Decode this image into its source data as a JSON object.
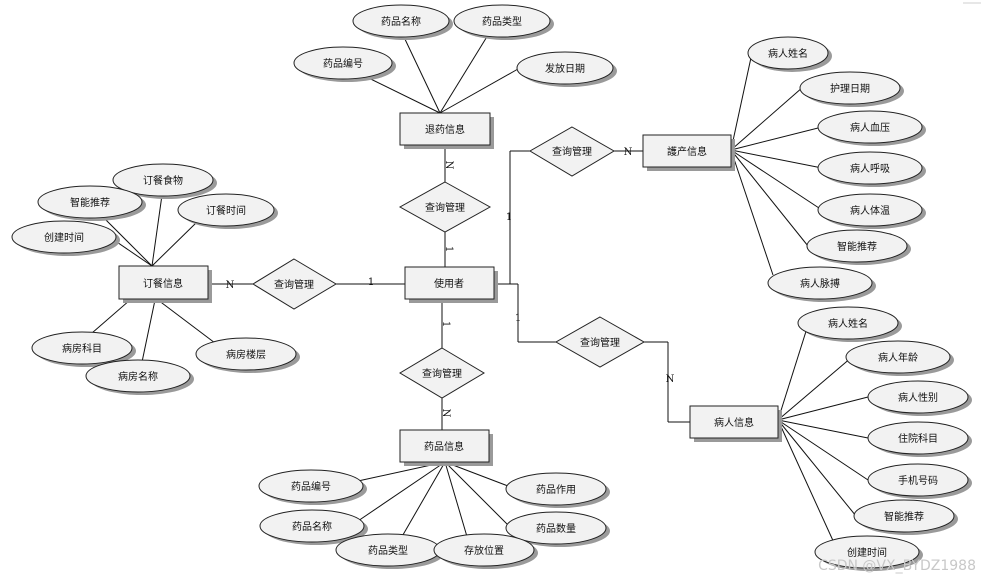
{
  "entities": {
    "user": "使用者",
    "return_drug": "退药信息",
    "nursing": "護产信息",
    "meal_order": "订餐信息",
    "drug": "药品信息",
    "patient": "病人信息"
  },
  "relations": {
    "return_drug": "查询管理",
    "nursing": "查询管理",
    "meal_order": "查询管理",
    "drug": "查询管理",
    "patient": "查询管理"
  },
  "cardinality": {
    "return_drug_user": "1",
    "return_drug_entity": "N",
    "nursing_user": "1",
    "nursing_entity": "N",
    "meal_order_user": "1",
    "meal_order_entity": "N",
    "drug_user": "1",
    "drug_entity": "N",
    "patient_user": "1",
    "patient_entity": "N"
  },
  "attributes": {
    "return_drug": [
      "药品名称",
      "药品类型",
      "药品编号",
      "发放日期"
    ],
    "nursing": [
      "病人姓名",
      "护理日期",
      "病人血压",
      "病人呼吸",
      "病人体温",
      "智能推荐",
      "病人脉搏"
    ],
    "meal_order": [
      "订餐食物",
      "智能推荐",
      "订餐时间",
      "创建时间",
      "病房科目",
      "病房名称",
      "病房楼层"
    ],
    "drug": [
      "药品编号",
      "药品作用",
      "药品名称",
      "药品数量",
      "药品类型",
      "存放位置"
    ],
    "patient": [
      "病人姓名",
      "病人年龄",
      "病人性别",
      "住院科目",
      "手机号码",
      "智能推荐",
      "创建时间"
    ]
  },
  "watermark": "CSDN @VX_BYDZ1988"
}
